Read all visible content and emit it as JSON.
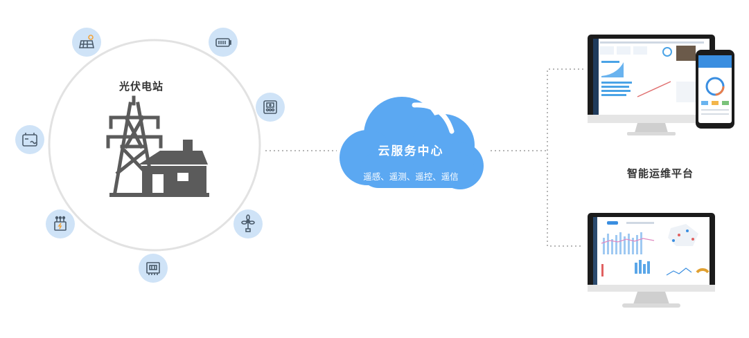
{
  "station": {
    "title": "光伏电站"
  },
  "cloud": {
    "title": "云服务中心",
    "subtitle": "遥感、遥测、遥控、遥信"
  },
  "platform": {
    "title": "智能运维平台"
  },
  "colors": {
    "cloud_blue": "#5ba8f2",
    "icon_bubble": "#cfe3f7",
    "icon_stroke": "#4a5a6a",
    "ring_gray": "#e2e2e2",
    "dotted_gray": "#b5b5b5",
    "building_gray": "#5b5b5b"
  },
  "icons": [
    "solar-panel-icon",
    "battery-icon",
    "meter-icon",
    "inverter-icon",
    "wind-turbine-icon",
    "distribution-box-icon",
    "transformer-icon",
    "charging-pile-icon"
  ]
}
